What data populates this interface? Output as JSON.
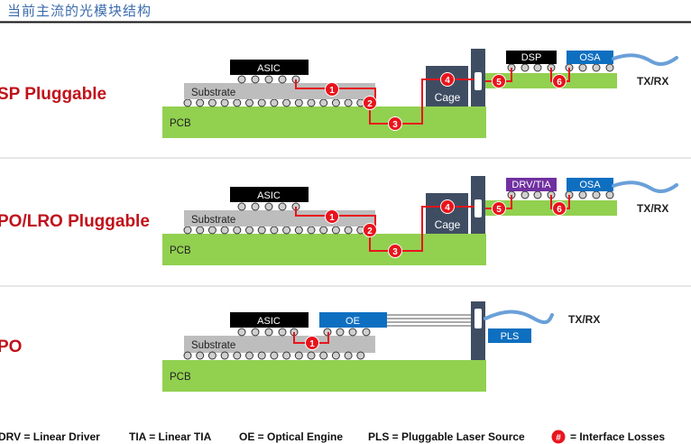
{
  "header": {
    "title": "当前主流的光模块结构"
  },
  "colors": {
    "title": "#3b6cae",
    "label": "#c0121b",
    "pcb": "#92d050",
    "substrate": "#bdbdbd",
    "cage": "#3f4d63",
    "blue_chip": "#0e6fc0",
    "purple_chip": "#7030a0",
    "trace": "#e8141c",
    "fiber": "#6aa0d8"
  },
  "sections": [
    {
      "label": "SP Pluggable",
      "asic": "ASIC",
      "substrate": "Substrate",
      "pcb": "PCB",
      "cage": "Cage",
      "chip1": "DSP",
      "chip2": "OSA",
      "txrx": "TX/RX",
      "badges": [
        "1",
        "2",
        "3",
        "4",
        "5",
        "6"
      ]
    },
    {
      "label": "PO/LRO Pluggable",
      "asic": "ASIC",
      "substrate": "Substrate",
      "pcb": "PCB",
      "cage": "Cage",
      "chip1": "DRV/TIA",
      "chip2": "OSA",
      "txrx": "TX/RX",
      "badges": [
        "1",
        "2",
        "3",
        "4",
        "5",
        "6"
      ]
    },
    {
      "label": "PO",
      "asic": "ASIC",
      "oe": "OE",
      "substrate": "Substrate",
      "pcb": "PCB",
      "pls": "PLS",
      "txrx": "TX/RX",
      "badges": [
        "1"
      ]
    }
  ],
  "legend": {
    "items": [
      "DRV = Linear Driver",
      "TIA = Linear TIA",
      "OE = Optical Engine",
      "PLS = Pluggable Laser Source"
    ],
    "badge_symbol": "#",
    "badge_text": "= Interface Losses"
  }
}
